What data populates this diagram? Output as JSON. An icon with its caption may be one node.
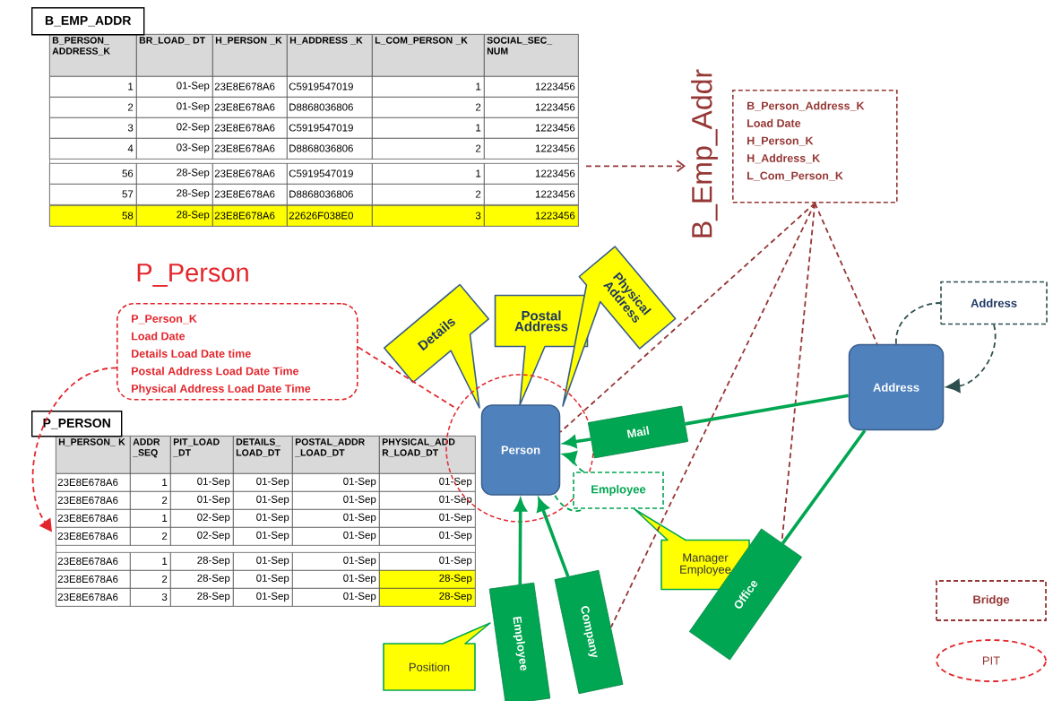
{
  "diagram": {
    "nodes": [
      {
        "text": [
          "B_EMP_ADDR"
        ]
      },
      {
        "text": [
          "B_Emp_Addr",
          "B_Person_Address_K",
          "Load Date",
          "H_Person_K",
          "H_Address_K",
          "L_Com_Person_K"
        ]
      },
      {
        "text": [
          "P_Person",
          "P_Person_K",
          "Load Date",
          "Details Load Date time",
          "Postal Address Load Date Time",
          "Physical Address Load Date Time"
        ]
      },
      {
        "text": [
          "P_PERSON"
        ]
      },
      {
        "text": [
          "Details"
        ]
      },
      {
        "text": [
          "Postal Address"
        ]
      },
      {
        "text": [
          "Physical Address"
        ]
      },
      {
        "text": [],
        "shape": "circle"
      },
      {
        "text": [
          "Person"
        ],
        "in": 7
      },
      {
        "text": [
          "Address"
        ]
      },
      {
        "text": [
          "Address"
        ]
      },
      {
        "text": [
          "Mail"
        ]
      },
      {
        "text": [
          "Employee"
        ]
      },
      {
        "text": [
          "Manager Employee"
        ]
      },
      {
        "text": [
          "Employee"
        ]
      },
      {
        "text": [
          "Company"
        ]
      },
      {
        "text": [
          "Position"
        ]
      },
      {
        "text": [
          "Office"
        ]
      }
    ],
    "edges": [
      {
        "from": 0,
        "to": 1,
        "arrow": "to",
        "style": "dashed",
        "color": "#953735"
      },
      {
        "from": 2,
        "to": 3,
        "arrow": "to",
        "style": "dashed",
        "color": "#e3262c"
      },
      {
        "from": 2,
        "to": 7,
        "arrow": "none",
        "style": "dashed",
        "color": "#e3262c"
      },
      {
        "from": 1,
        "to": 8,
        "arrow": "none",
        "style": "dashed",
        "color": "#953735"
      },
      {
        "from": 1,
        "to": 15,
        "arrow": "none",
        "style": "dashed",
        "color": "#953735"
      },
      {
        "from": 1,
        "to": 17,
        "arrow": "none",
        "style": "dashed",
        "color": "#953735"
      },
      {
        "from": 1,
        "to": 9,
        "arrow": "none",
        "style": "dashed",
        "color": "#953735"
      },
      {
        "from": 9,
        "to": 11,
        "arrow": "none",
        "style": "thick"
      },
      {
        "from": 11,
        "to": 8,
        "arrow": "to",
        "style": "thick"
      },
      {
        "from": 14,
        "to": 8,
        "arrow": "to",
        "style": "thick"
      },
      {
        "from": 15,
        "to": 8,
        "arrow": "to",
        "style": "thick"
      },
      {
        "from": 17,
        "to": 9,
        "arrow": "none",
        "style": "thick"
      },
      {
        "from": 9,
        "to": 10,
        "arrow": "none",
        "style": "dashed",
        "color": "#2e4f4f"
      },
      {
        "from": 10,
        "to": 9,
        "arrow": "to",
        "style": "dashed",
        "color": "#2e4f4f"
      },
      {
        "from": 12,
        "to": 8,
        "arrow": "to",
        "style": "dashed"
      },
      {
        "from": 8,
        "to": 12,
        "arrow": "none",
        "style": "dashed"
      }
    ],
    "labels": [
      "B_PERSON_ ADDRESS_K",
      "BR_LOAD_ DT",
      "H_PERSON _K",
      "H_ADDRESS _K",
      "L_COM_PERSON _K",
      "SOCIAL_SEC_ NUM",
      "1",
      "01-Sep",
      "23E8E678A6",
      "C5919547019",
      "1",
      "1223456",
      "2",
      "01-Sep",
      "23E8E678A6",
      "D8868036806",
      "2",
      "1223456",
      "3",
      "02-Sep",
      "23E8E678A6",
      "C5919547019",
      "1",
      "1223456",
      "4",
      "03-Sep",
      "23E8E678A6",
      "D8868036806",
      "2",
      "1223456",
      "56",
      "28-Sep",
      "23E8E678A6",
      "C5919547019",
      "1",
      "1223456",
      "57",
      "28-Sep",
      "23E8E678A6",
      "D8868036806",
      "2",
      "1223456",
      "58",
      "28-Sep",
      "23E8E678A6",
      "22626F038E0",
      "3",
      "1223456",
      "H_PERSON_ K",
      "ADDR _SEQ",
      "PIT_LOAD _DT",
      "DETAILS_ LOAD_DT",
      "POSTAL_ADDR _LOAD_DT",
      "PHYSICAL_ADD R_LOAD_DT",
      "23E8E678A6",
      "1",
      "01-Sep",
      "01-Sep",
      "01-Sep",
      "01-Sep",
      "23E8E678A6",
      "2",
      "01-Sep",
      "01-Sep",
      "01-Sep",
      "01-Sep",
      "23E8E678A6",
      "1",
      "02-Sep",
      "01-Sep",
      "01-Sep",
      "01-Sep",
      "23E8E678A6",
      "2",
      "02-Sep",
      "01-Sep",
      "01-Sep",
      "01-Sep",
      "23E8E678A6",
      "1",
      "28-Sep",
      "01-Sep",
      "01-Sep",
      "01-Sep",
      "23E8E678A6",
      "2",
      "28-Sep",
      "01-Sep",
      "01-Sep",
      "28-Sep",
      "23E8E678A6",
      "3",
      "28-Sep",
      "01-Sep",
      "01-Sep",
      "28-Sep"
    ],
    "legend": [
      {
        "text": "Bridge"
      },
      {
        "text": "PIT"
      }
    ]
  }
}
